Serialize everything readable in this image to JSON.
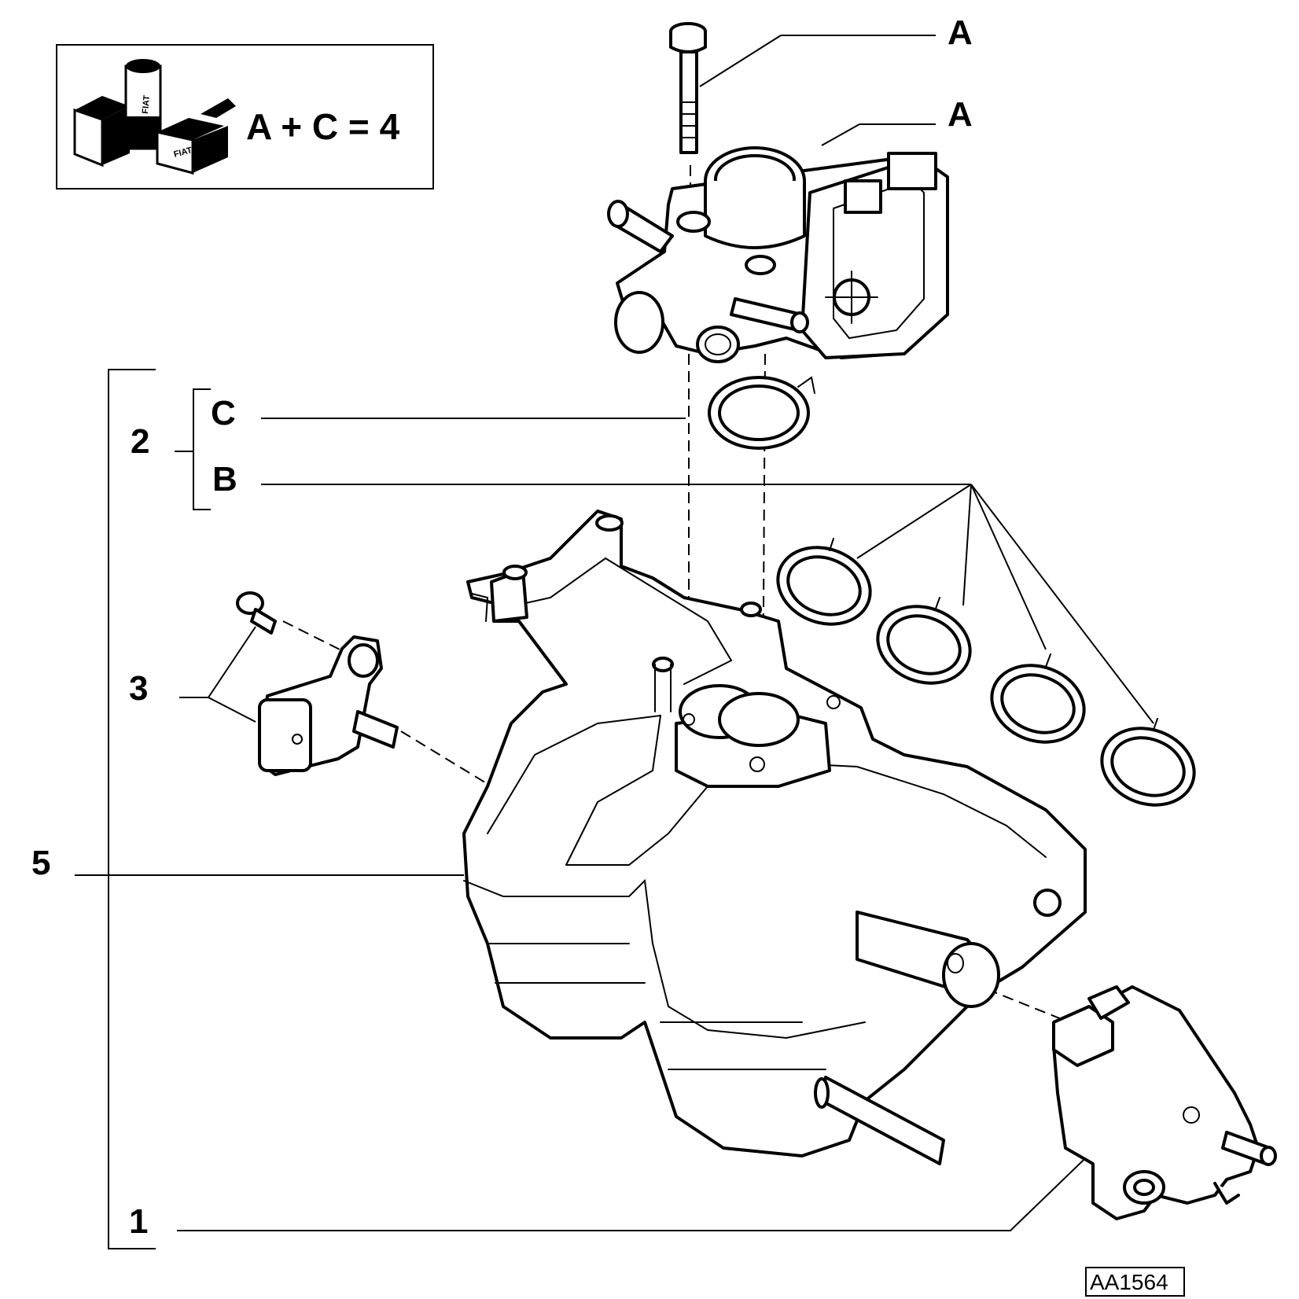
{
  "callouts": {
    "A_bolt": "A",
    "A_throttle": "A",
    "C": "C",
    "B": "B",
    "n2": "2",
    "n3": "3",
    "n5": "5",
    "n1": "1"
  },
  "kit_box": {
    "formula": "A + C = 4",
    "logo_text": "FIAT"
  },
  "drawing_code": "AA1564"
}
